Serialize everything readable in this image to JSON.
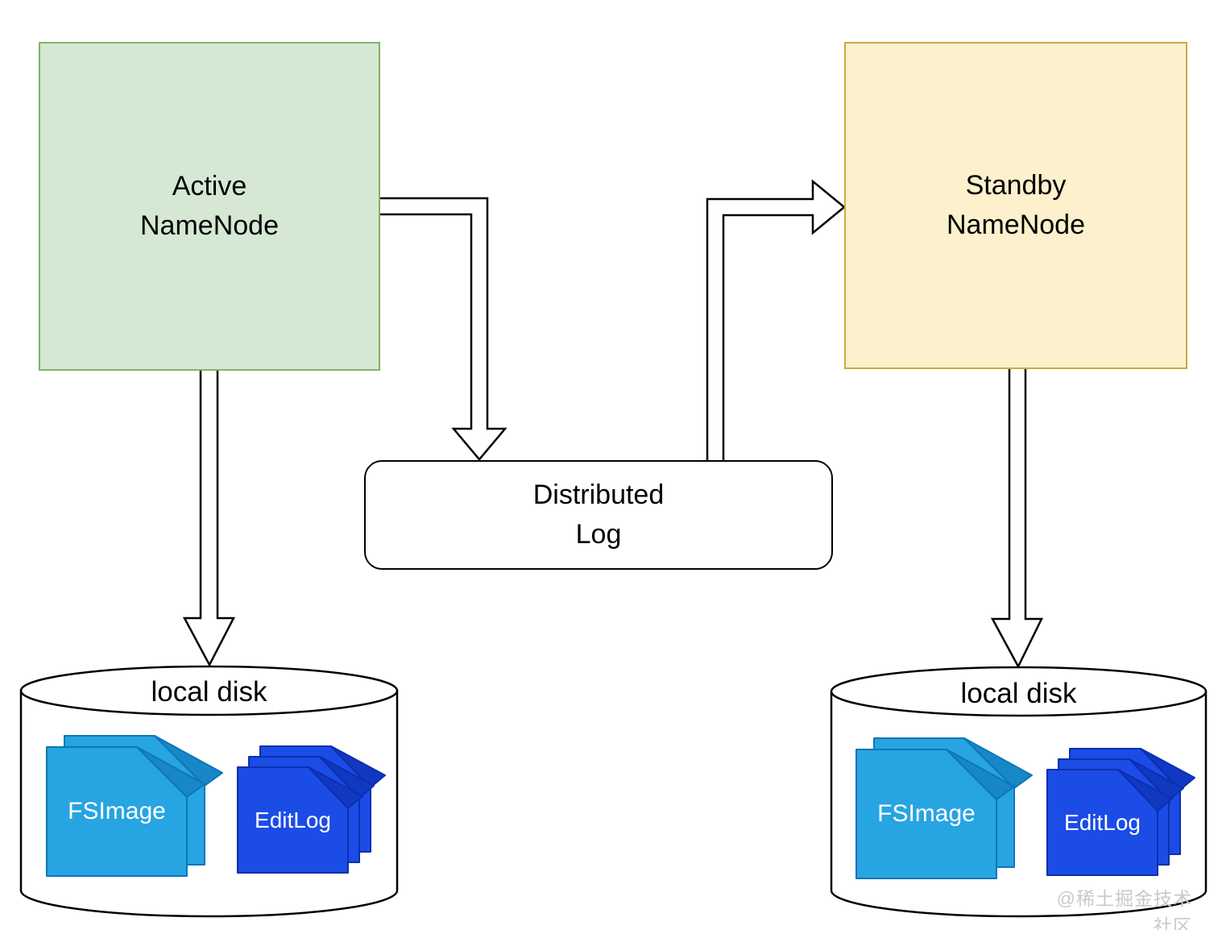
{
  "diagram": {
    "nodes": {
      "active": {
        "label": "Active\nNameNode"
      },
      "standby": {
        "label": "Standby\nNameNode"
      },
      "distributed_log": {
        "label": "Distributed\nLog"
      },
      "left_disk": {
        "label": "local disk",
        "fsimage": "FSImage",
        "editlog": "EditLog"
      },
      "right_disk": {
        "label": "local disk",
        "fsimage": "FSImage",
        "editlog": "EditLog"
      }
    },
    "watermark": "@稀土掘金技术社区",
    "colors": {
      "active_fill": "#d5e8d4",
      "active_border": "#82b366",
      "standby_fill": "#fdf0cd",
      "standby_border": "#cda845",
      "fsimage_fill": "#27a4e2",
      "fsimage_fold": "#1787c8",
      "fsimage_border": "#0e76b8",
      "editlog_fill": "#1b4ce6",
      "editlog_fold": "#1038c0",
      "editlog_border": "#0c2fae",
      "doc_text": "#ffffff",
      "line": "#000000",
      "watermark_color": "#c9c9c9"
    }
  }
}
